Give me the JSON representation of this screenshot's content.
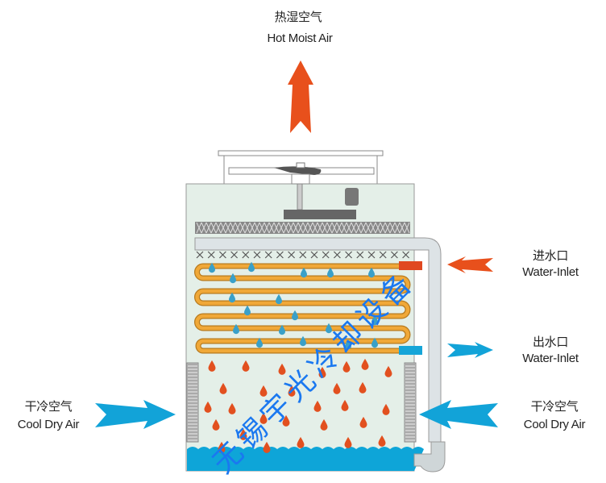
{
  "labels": {
    "top_cn": "热湿空气",
    "top_en": "Hot Moist Air",
    "inlet_cn": "进水口",
    "inlet_en": "Water-Inlet",
    "outlet_cn": "出水口",
    "outlet_en": "Water-Inlet",
    "left_air_cn": "干冷空气",
    "left_air_en": "Cool Dry Air",
    "right_air_cn": "干冷空气",
    "right_air_en": "Cool Dry Air"
  },
  "watermark": "无锡宇光冷却设备",
  "colors": {
    "hot_air": "#e8501c",
    "cool_air": "#12a3d8",
    "water": "#0ea5d8",
    "coil": "#f0a030",
    "body": "#e4efe8",
    "hot_drop": "#e2501f",
    "cool_drop": "#3aa0c8"
  }
}
